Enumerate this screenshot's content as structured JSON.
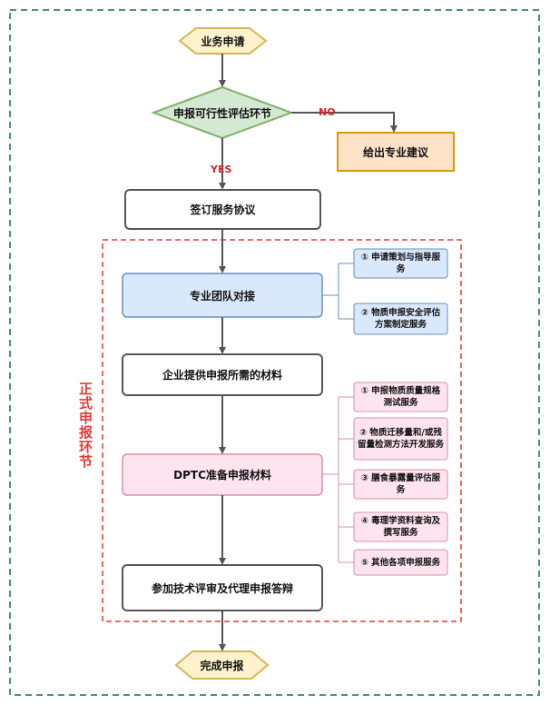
{
  "start": "业务申请",
  "decision": "申报可行性评估环节",
  "no_label": "NO",
  "yes_label": "YES",
  "advice": "给出专业建议",
  "sign": "签订服务协议",
  "section_title": "正式申报环节",
  "team": "专业团队对接",
  "team_services": [
    "① 申请策划与指导服务",
    "② 物质申报安全评估方案制定服务"
  ],
  "materials": "企业提供申报所需的材料",
  "dptc": "DPTC准备申报材料",
  "dptc_services": [
    "① 申报物质质量规格测试服务",
    "② 物质迁移量和/或残留量检测方法开发服务",
    "③ 膳食暴露量评估服务",
    "④ 毒理学资料查询及撰写服务",
    "⑤ 其他各项申报服务"
  ],
  "review": "参加技术评审及代理申报答辩",
  "finish": "完成申报",
  "colors": {
    "hex_fill": "#fff2cc",
    "hex_stroke": "#d6b656",
    "diamond_fill": "#d5e8d4",
    "diamond_stroke": "#82b366",
    "advice_fill": "#fde2c8",
    "advice_stroke": "#d79b00",
    "blue_fill": "#dae8fc",
    "blue_stroke": "#6c8ebf",
    "pink_fill": "#fde4ee",
    "pink_stroke": "#d98fb0",
    "outer_dash": "#4f8d8d",
    "inner_dash": "#e53935"
  }
}
